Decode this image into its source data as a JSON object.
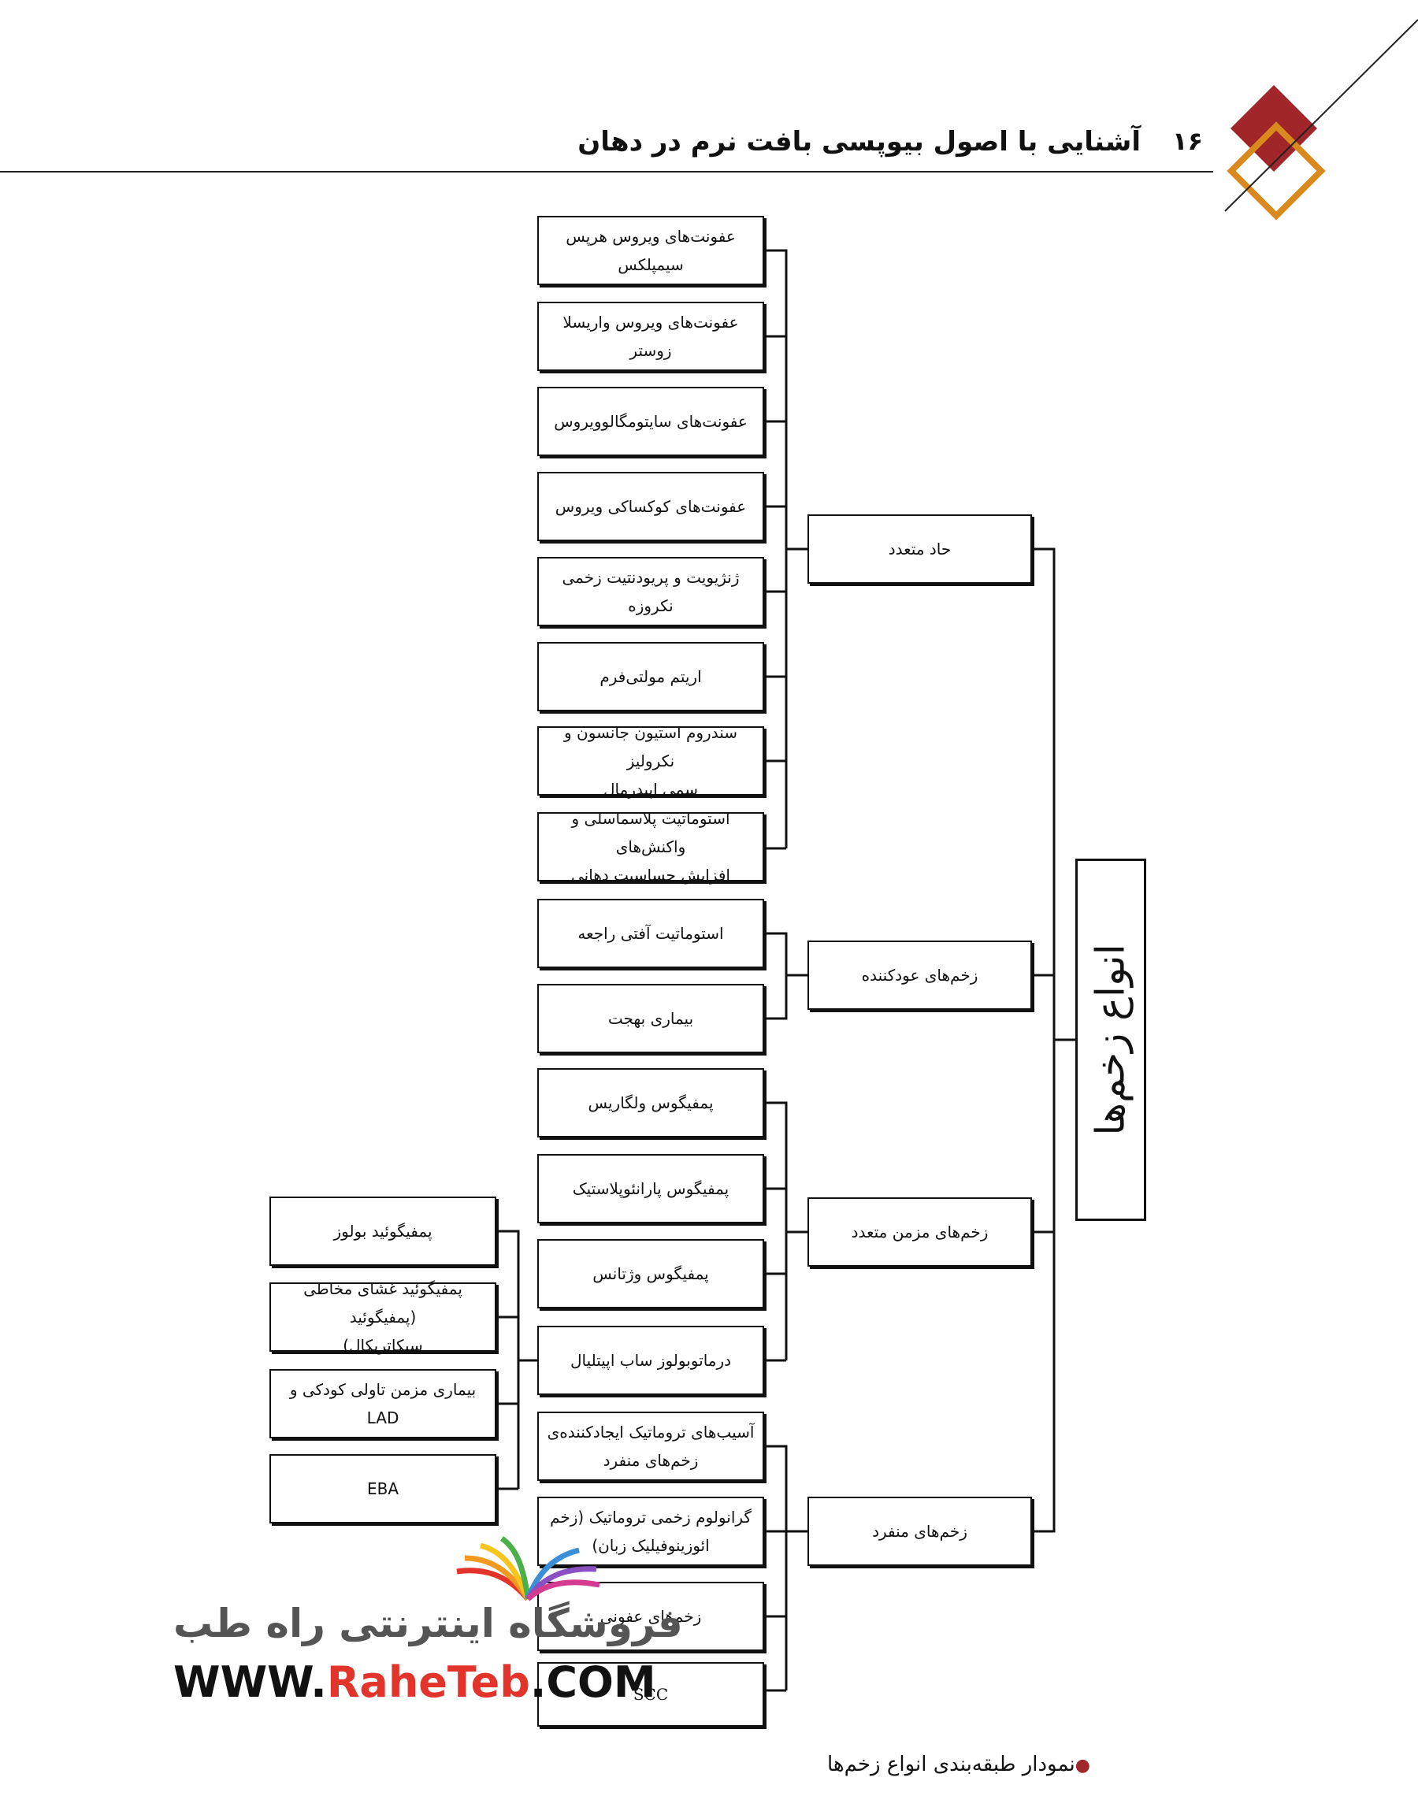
{
  "header": {
    "page_number": "۱۶",
    "book_title": "آشنایی با اصول بیوپسی بافت نرم در دهان"
  },
  "diagram": {
    "root": "انواع زخم‌ها",
    "categories": [
      {
        "label": "حاد متعدد"
      },
      {
        "label": "زخم‌های عودکننده"
      },
      {
        "label": "زخم‌های مزمن متعدد"
      },
      {
        "label": "زخم‌های منفرد"
      }
    ],
    "items": [
      {
        "lines": [
          "عفونت‌های ویروس هرپس",
          "سیمپلکس"
        ]
      },
      {
        "lines": [
          "عفونت‌های ویروس واریسلا زوستر"
        ]
      },
      {
        "lines": [
          "عفونت‌های سایتومگالوویروس"
        ]
      },
      {
        "lines": [
          "عفونت‌های کوکساکی ویروس"
        ]
      },
      {
        "lines": [
          "ژنژیویت و پریودنتیت زخمی نکروزه"
        ]
      },
      {
        "lines": [
          "اریتم مولتی‌فرم"
        ]
      },
      {
        "lines": [
          "سندروم استیون جانسون و نکرولیز",
          "سمی اپیدرمال"
        ]
      },
      {
        "lines": [
          "استوماتیت پلاسماسلی و واکنش‌های",
          "افزایش حساسیت دهانی"
        ]
      },
      {
        "lines": [
          "استوماتیت آفتی راجعه"
        ]
      },
      {
        "lines": [
          "بیماری بهجت"
        ]
      },
      {
        "lines": [
          "پمفیگوس ولگاریس"
        ]
      },
      {
        "lines": [
          "پمفیگوس پارانئوپلاستیک"
        ]
      },
      {
        "lines": [
          "پمفیگوس وژتانس"
        ]
      },
      {
        "lines": [
          "درماتوبولوز ساب اپیتلیال"
        ]
      },
      {
        "lines": [
          "آسیب‌های تروماتیک ایجادکننده‌ی",
          "زخم‌های منفرد"
        ]
      },
      {
        "lines": [
          "گرانولوم زخمی تروماتیک (زخم",
          "ائوزینوفیلیک زبان)"
        ]
      },
      {
        "lines": [
          "زخم‌های عفونی"
        ]
      },
      {
        "lines": [
          "SCC"
        ]
      }
    ],
    "subitems": [
      {
        "lines": [
          "پمفیگوئید بولوز"
        ]
      },
      {
        "lines": [
          "پمفیگوئید غشای مخاطی (پمفیگوئید",
          "سیکاتریکال)"
        ]
      },
      {
        "lines": [
          "بیماری مزمن تاولی کودکی و",
          "LAD"
        ]
      },
      {
        "lines": [
          "EBA"
        ]
      }
    ]
  },
  "caption": "نمودار طبقه‌بندی انواع زخم‌ها",
  "watermark": {
    "store_name": "فروشگاه اینترنتی راه طب",
    "url_prefix": "WWW.",
    "url_brand": "RaheTeb",
    "url_suffix": ".COM"
  },
  "colors": {
    "accent_red": "#a0262a",
    "accent_orange": "#d98a1e",
    "watermark_red": "#e2342b"
  }
}
